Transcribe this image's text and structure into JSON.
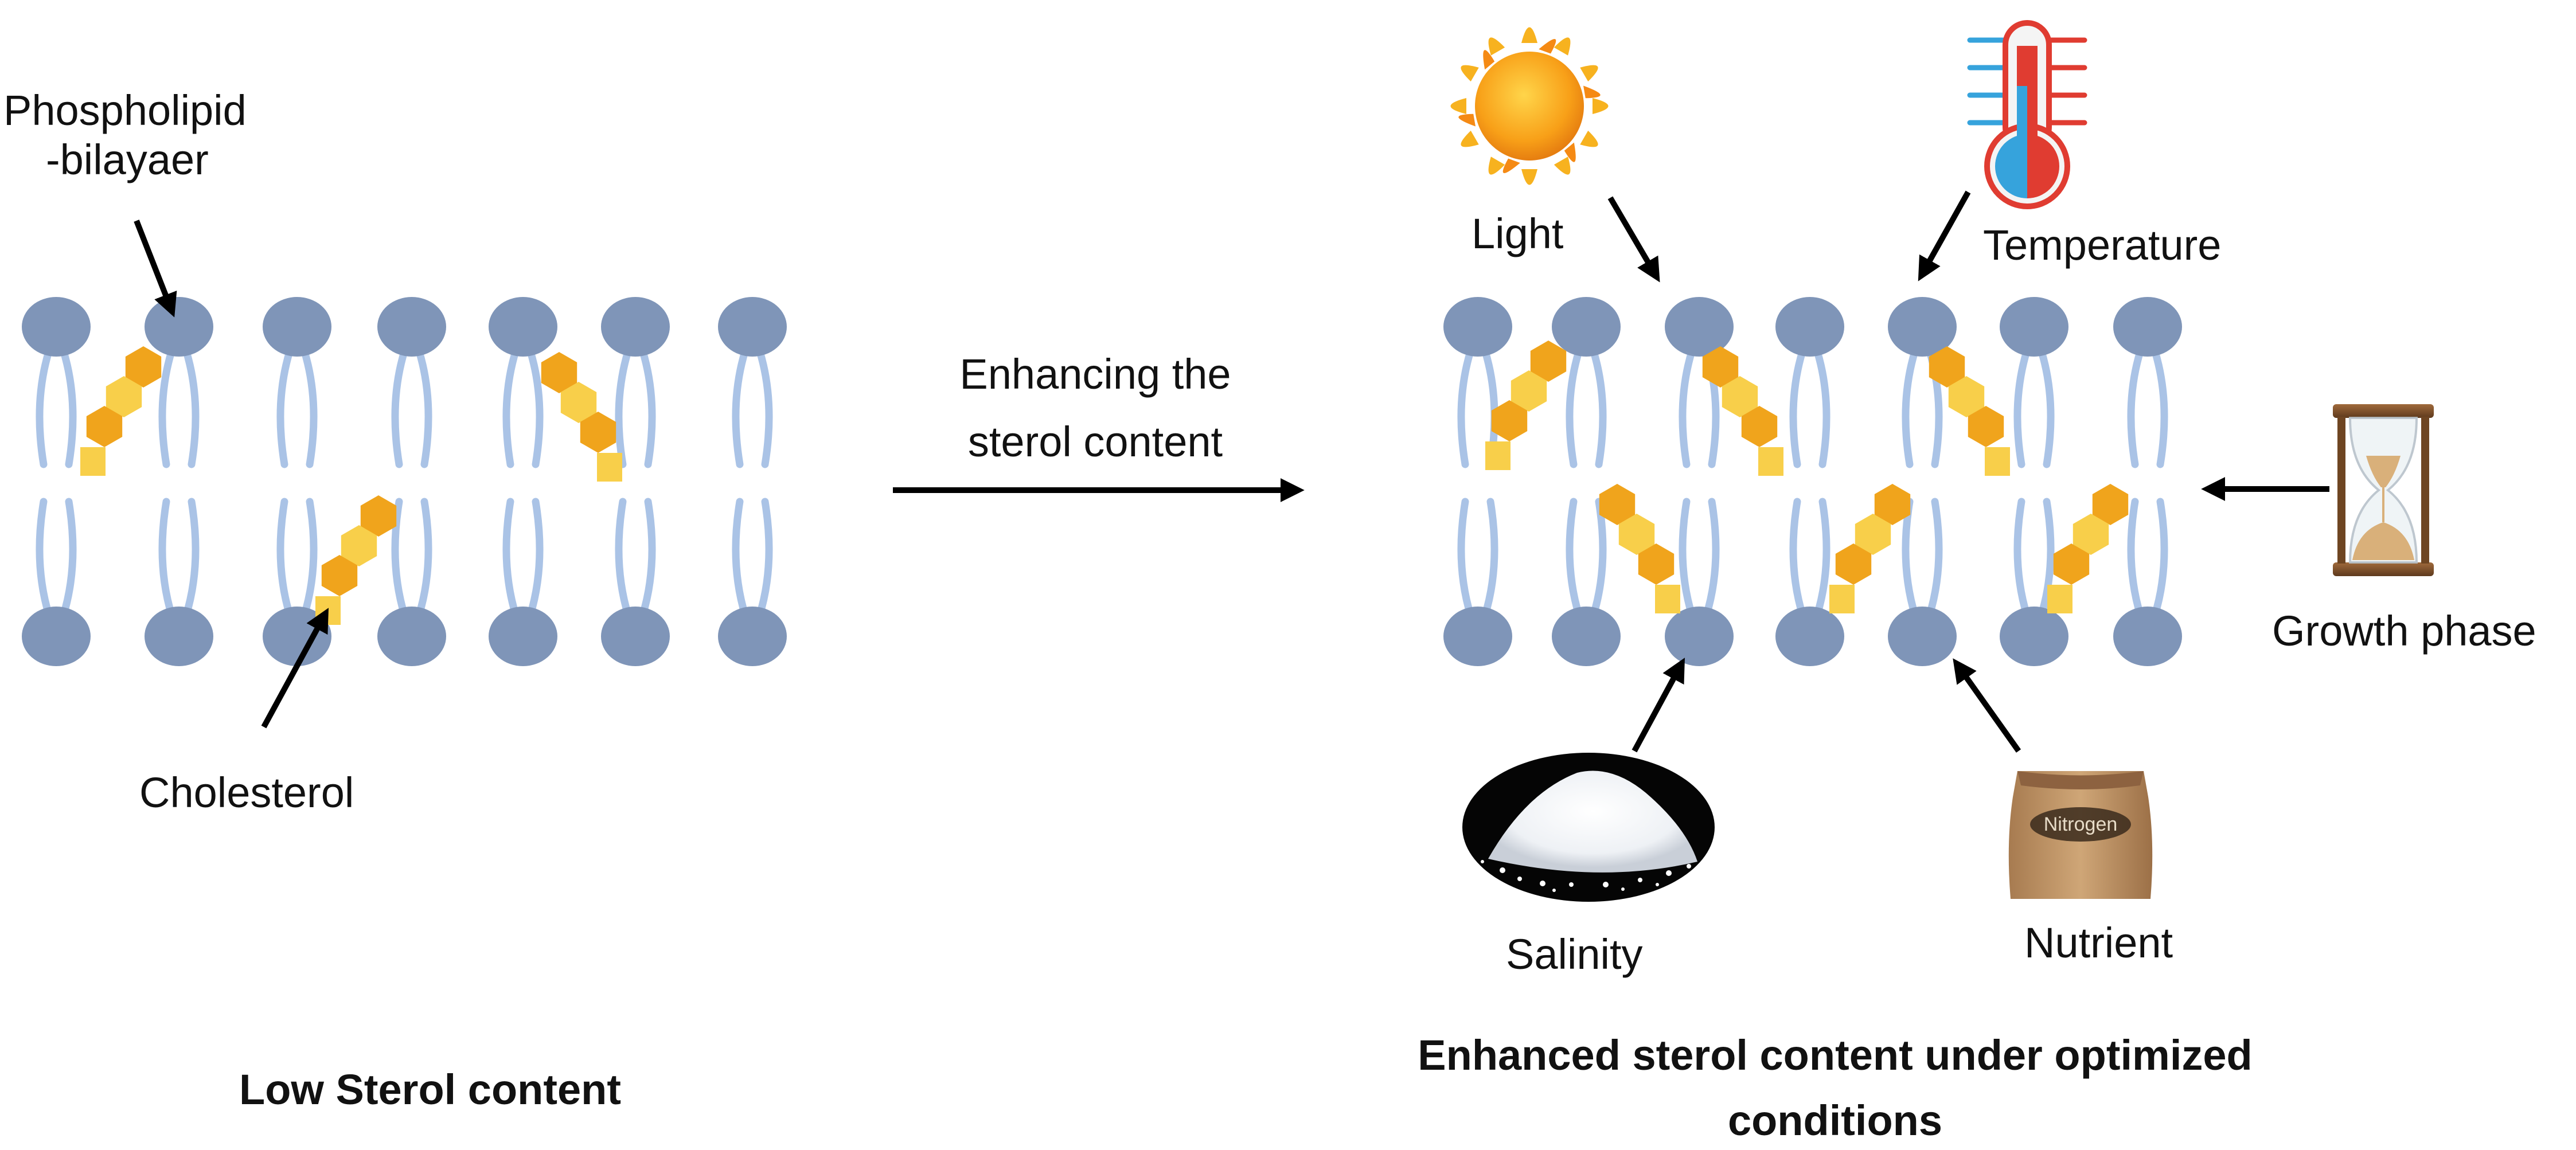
{
  "labels": {
    "phospholipid_line1": "Phospholipid",
    "phospholipid_line2": "-bilayaer",
    "cholesterol": "Cholesterol",
    "enhancing_line1": "Enhancing the",
    "enhancing_line2": "sterol content",
    "light": "Light",
    "temperature": "Temperature",
    "growth_phase": "Growth phase",
    "salinity": "Salinity",
    "nutrient": "Nutrient",
    "nitrogen_bag": "Nitrogen",
    "low_sterol": "Low Sterol content",
    "enhanced_line1": "Enhanced sterol content under optimized",
    "enhanced_line2": "conditions"
  },
  "colors": {
    "lipid_head": "#7f95b8",
    "lipid_tail": "#aac3e6",
    "sterol_orange": "#f0a41c",
    "sterol_yellow": "#f8cf4a",
    "arrow": "#000000",
    "thermo_hot": "#e03c31",
    "thermo_cold": "#36a3dc",
    "sun": "#f7a11a",
    "hourglass_wood": "#8a5a33",
    "sand": "#d9b07a",
    "bag": "#c49a6c"
  },
  "icons": [
    "sun-icon",
    "thermometer-icon",
    "hourglass-icon",
    "salt-pile-icon",
    "nitrogen-bag-icon"
  ]
}
